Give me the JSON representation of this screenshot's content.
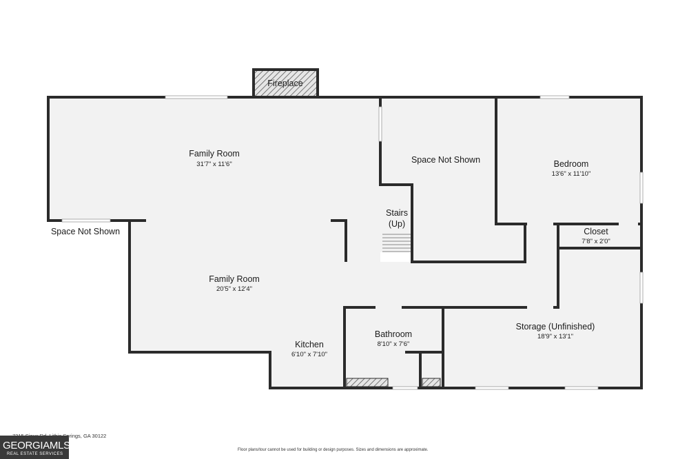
{
  "rooms": {
    "fireplace": {
      "name": "Fireplace"
    },
    "family_room_upper": {
      "name": "Family Room",
      "dim": "31'7\" x 11'6\""
    },
    "space_not_shown_top": {
      "name": "Space Not Shown"
    },
    "bedroom": {
      "name": "Bedroom",
      "dim": "13'6\" x 11'10\""
    },
    "stairs": {
      "name": "Stairs",
      "sub": "(Up)"
    },
    "closet": {
      "name": "Closet",
      "dim": "7'8\" x 2'0\""
    },
    "space_not_shown_left": {
      "name": "Space Not Shown"
    },
    "family_room_lower": {
      "name": "Family Room",
      "dim": "20'5\" x 12'4\""
    },
    "kitchen": {
      "name": "Kitchen",
      "dim": "6'10\" x 7'10\""
    },
    "bathroom": {
      "name": "Bathroom",
      "dim": "8'10\" x 7'6\""
    },
    "storage": {
      "name": "Storage (Unfinished)",
      "dim": "18'9\" x 13'1\""
    }
  },
  "footer": {
    "address": "7215 Sioux Rd, Lithia Springs, GA 30122",
    "disclaimer": "Floor plans/tour cannot be used for building or design purposes. Sizes and dimensions are approximate.",
    "logo_main": "GEORGIAMLS",
    "logo_sub": "REAL ESTATE SERVICES"
  },
  "colors": {
    "floor": "#f2f2f2",
    "wall": "#2b2b2b",
    "background": "#ffffff"
  }
}
